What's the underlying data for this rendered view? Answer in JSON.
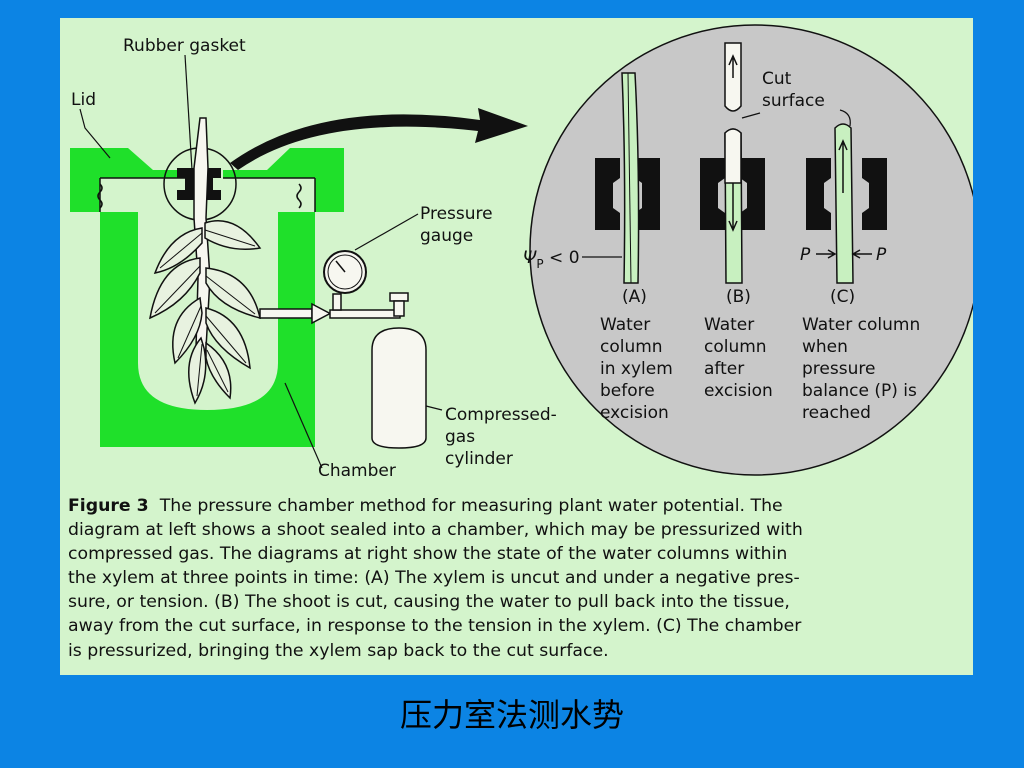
{
  "labels": {
    "rubber_gasket": "Rubber gasket",
    "lid": "Lid",
    "pressure_gauge_1": "Pressure",
    "pressure_gauge_2": "gauge",
    "chamber": "Chamber",
    "compressed_1": "Compressed-",
    "compressed_2": "gas",
    "compressed_3": "cylinder",
    "cut_1": "Cut",
    "cut_2": "surface",
    "psi": "Ψ",
    "psi_sub": "P",
    "psi_rest": " < 0",
    "p_left": "P",
    "p_right": "P"
  },
  "panels": [
    {
      "letter": "(A)",
      "lines": [
        "Water",
        "column",
        "in xylem",
        "before",
        "excision"
      ]
    },
    {
      "letter": "(B)",
      "lines": [
        "Water",
        "column",
        "after",
        "excision"
      ]
    },
    {
      "letter": "(C)",
      "lines": [
        "Water column",
        "when",
        "pressure",
        "balance (P) is",
        "reached"
      ]
    }
  ],
  "caption": {
    "figure_label": "Figure 3",
    "lines": [
      "The pressure chamber method for measuring plant water potential. The",
      "diagram at left shows a shoot sealed into a chamber, which may be pressurized with",
      "compressed gas. The diagrams at right show the state of the water columns within",
      "the xylem at three points in time: (A) The xylem is uncut and under a negative pres-",
      "sure, or tension. (B) The shoot is cut, causing the water to pull back into the tissue,",
      "away from the cut surface, in response to the tension in the xylem. (C) The chamber",
      "is pressurized, bringing the xylem sap back to the cut surface."
    ]
  },
  "slide_title": "压力室法测水势",
  "colors": {
    "background": "#0c84e4",
    "panel": "#d4f4cc",
    "chamber": "#1fe02a",
    "magnifier": "#c8c8c8",
    "gasket": "#111111"
  }
}
